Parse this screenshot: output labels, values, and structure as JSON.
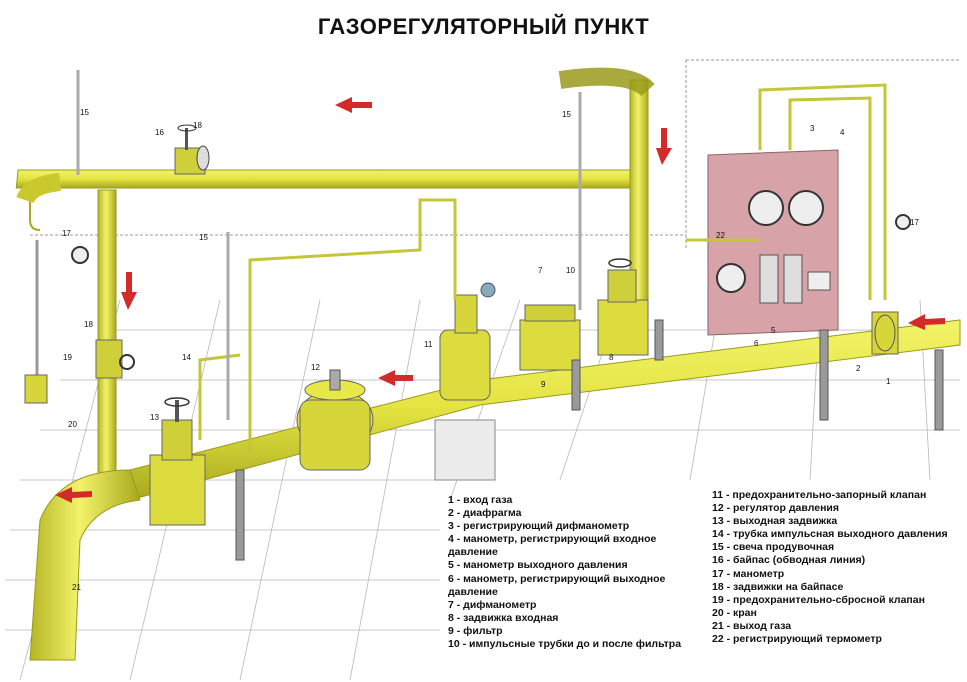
{
  "title": "ГАЗОРЕГУЛЯТОРНЫЙ ПУНКТ",
  "colors": {
    "pipe": "#e8e84a",
    "pipe_dark": "#b5b526",
    "arrow": "#d32a2a",
    "floor": "#f4f4f4"
  },
  "legend_left": [
    "1 - вход газа",
    "2 - диафрагма",
    "3 - регистрирующий дифманометр",
    "4 - манометр, регистрирующий входное",
    "давление",
    "5 - манометр выходного давления",
    "6 - манометр, регистрирующий выходное",
    "давление",
    "7 - дифманометр",
    "8 - задвижка входная",
    "9 - фильтр",
    "10 - импульсные трубки до и после фильтра"
  ],
  "legend_right": [
    "11 - предохранительно-запорный клапан",
    "12 - регулятор давления",
    "13 - выходная задвижка",
    "14 - трубка импульсная выходного давления",
    "15 - свеча продувочная",
    "16 - байпас (обводная линия)",
    "17 - манометр",
    "18 - задвижки на байпасе",
    "19 - предохранительно-сбросной клапан",
    "20 - кран",
    "21 - выход газа",
    "22 - регистрирующий термометр"
  ],
  "callouts": {
    "n1": "1",
    "n2": "2",
    "n3": "3",
    "n4": "4",
    "n5": "5",
    "n6": "6",
    "n7": "7",
    "n8": "8",
    "n9": "9",
    "n10": "10",
    "n11": "11",
    "n12": "12",
    "n13": "13",
    "n14": "14",
    "n15a": "15",
    "n15b": "15",
    "n15c": "15",
    "n16": "16",
    "n17a": "17",
    "n17b": "17",
    "n18a": "18",
    "n18b": "18",
    "n19": "19",
    "n20": "20",
    "n21": "21",
    "n22": "22"
  }
}
